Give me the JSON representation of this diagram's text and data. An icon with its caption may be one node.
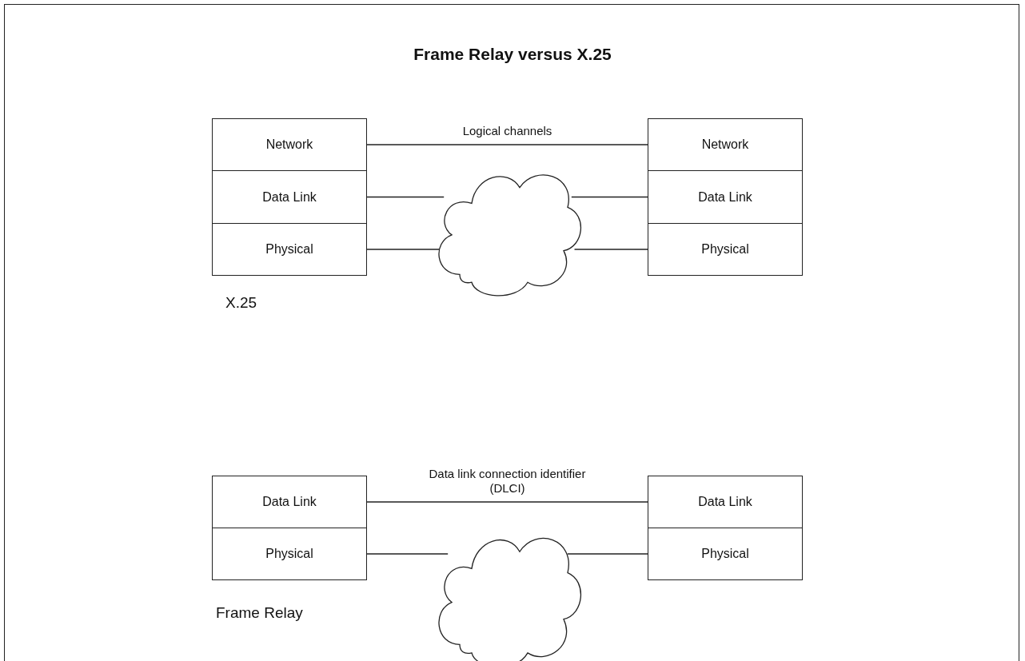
{
  "diagram": {
    "title": "Frame Relay versus X.25",
    "nodes": [
      {
        "text": [
          "Network"
        ]
      },
      {
        "text": [
          "Data Link"
        ]
      },
      {
        "text": [
          "Physical"
        ]
      },
      {
        "text": [
          "Network"
        ]
      },
      {
        "text": [
          "Data Link"
        ]
      },
      {
        "text": [
          "Physical"
        ]
      },
      {
        "text": [],
        "shape": "cloud"
      },
      {
        "text": [
          "Data Link"
        ]
      },
      {
        "text": [
          "Physical"
        ]
      },
      {
        "text": [
          "Data Link"
        ]
      },
      {
        "text": [
          "Physical"
        ]
      },
      {
        "text": [],
        "shape": "cloud"
      }
    ],
    "edges": [
      {
        "from": 0,
        "to": 3,
        "arrow": "none",
        "label": "Logical channels"
      },
      {
        "from": 1,
        "to": 6,
        "arrow": "none"
      },
      {
        "from": 6,
        "to": 4,
        "arrow": "none"
      },
      {
        "from": 2,
        "to": 6,
        "arrow": "none"
      },
      {
        "from": 6,
        "to": 5,
        "arrow": "none"
      },
      {
        "from": 7,
        "to": 9,
        "arrow": "none",
        "label": "Data link connection identifier (DLCI)"
      },
      {
        "from": 8,
        "to": 11,
        "arrow": "none"
      },
      {
        "from": 11,
        "to": 10,
        "arrow": "none"
      }
    ],
    "labels": [
      "X.25",
      "Frame Relay"
    ]
  }
}
